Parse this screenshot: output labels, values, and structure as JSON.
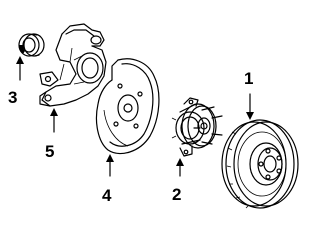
{
  "callouts": {
    "rotor": "1",
    "hub_bearing": "2",
    "seal": "3",
    "splash_shield": "4",
    "knuckle": "5"
  }
}
